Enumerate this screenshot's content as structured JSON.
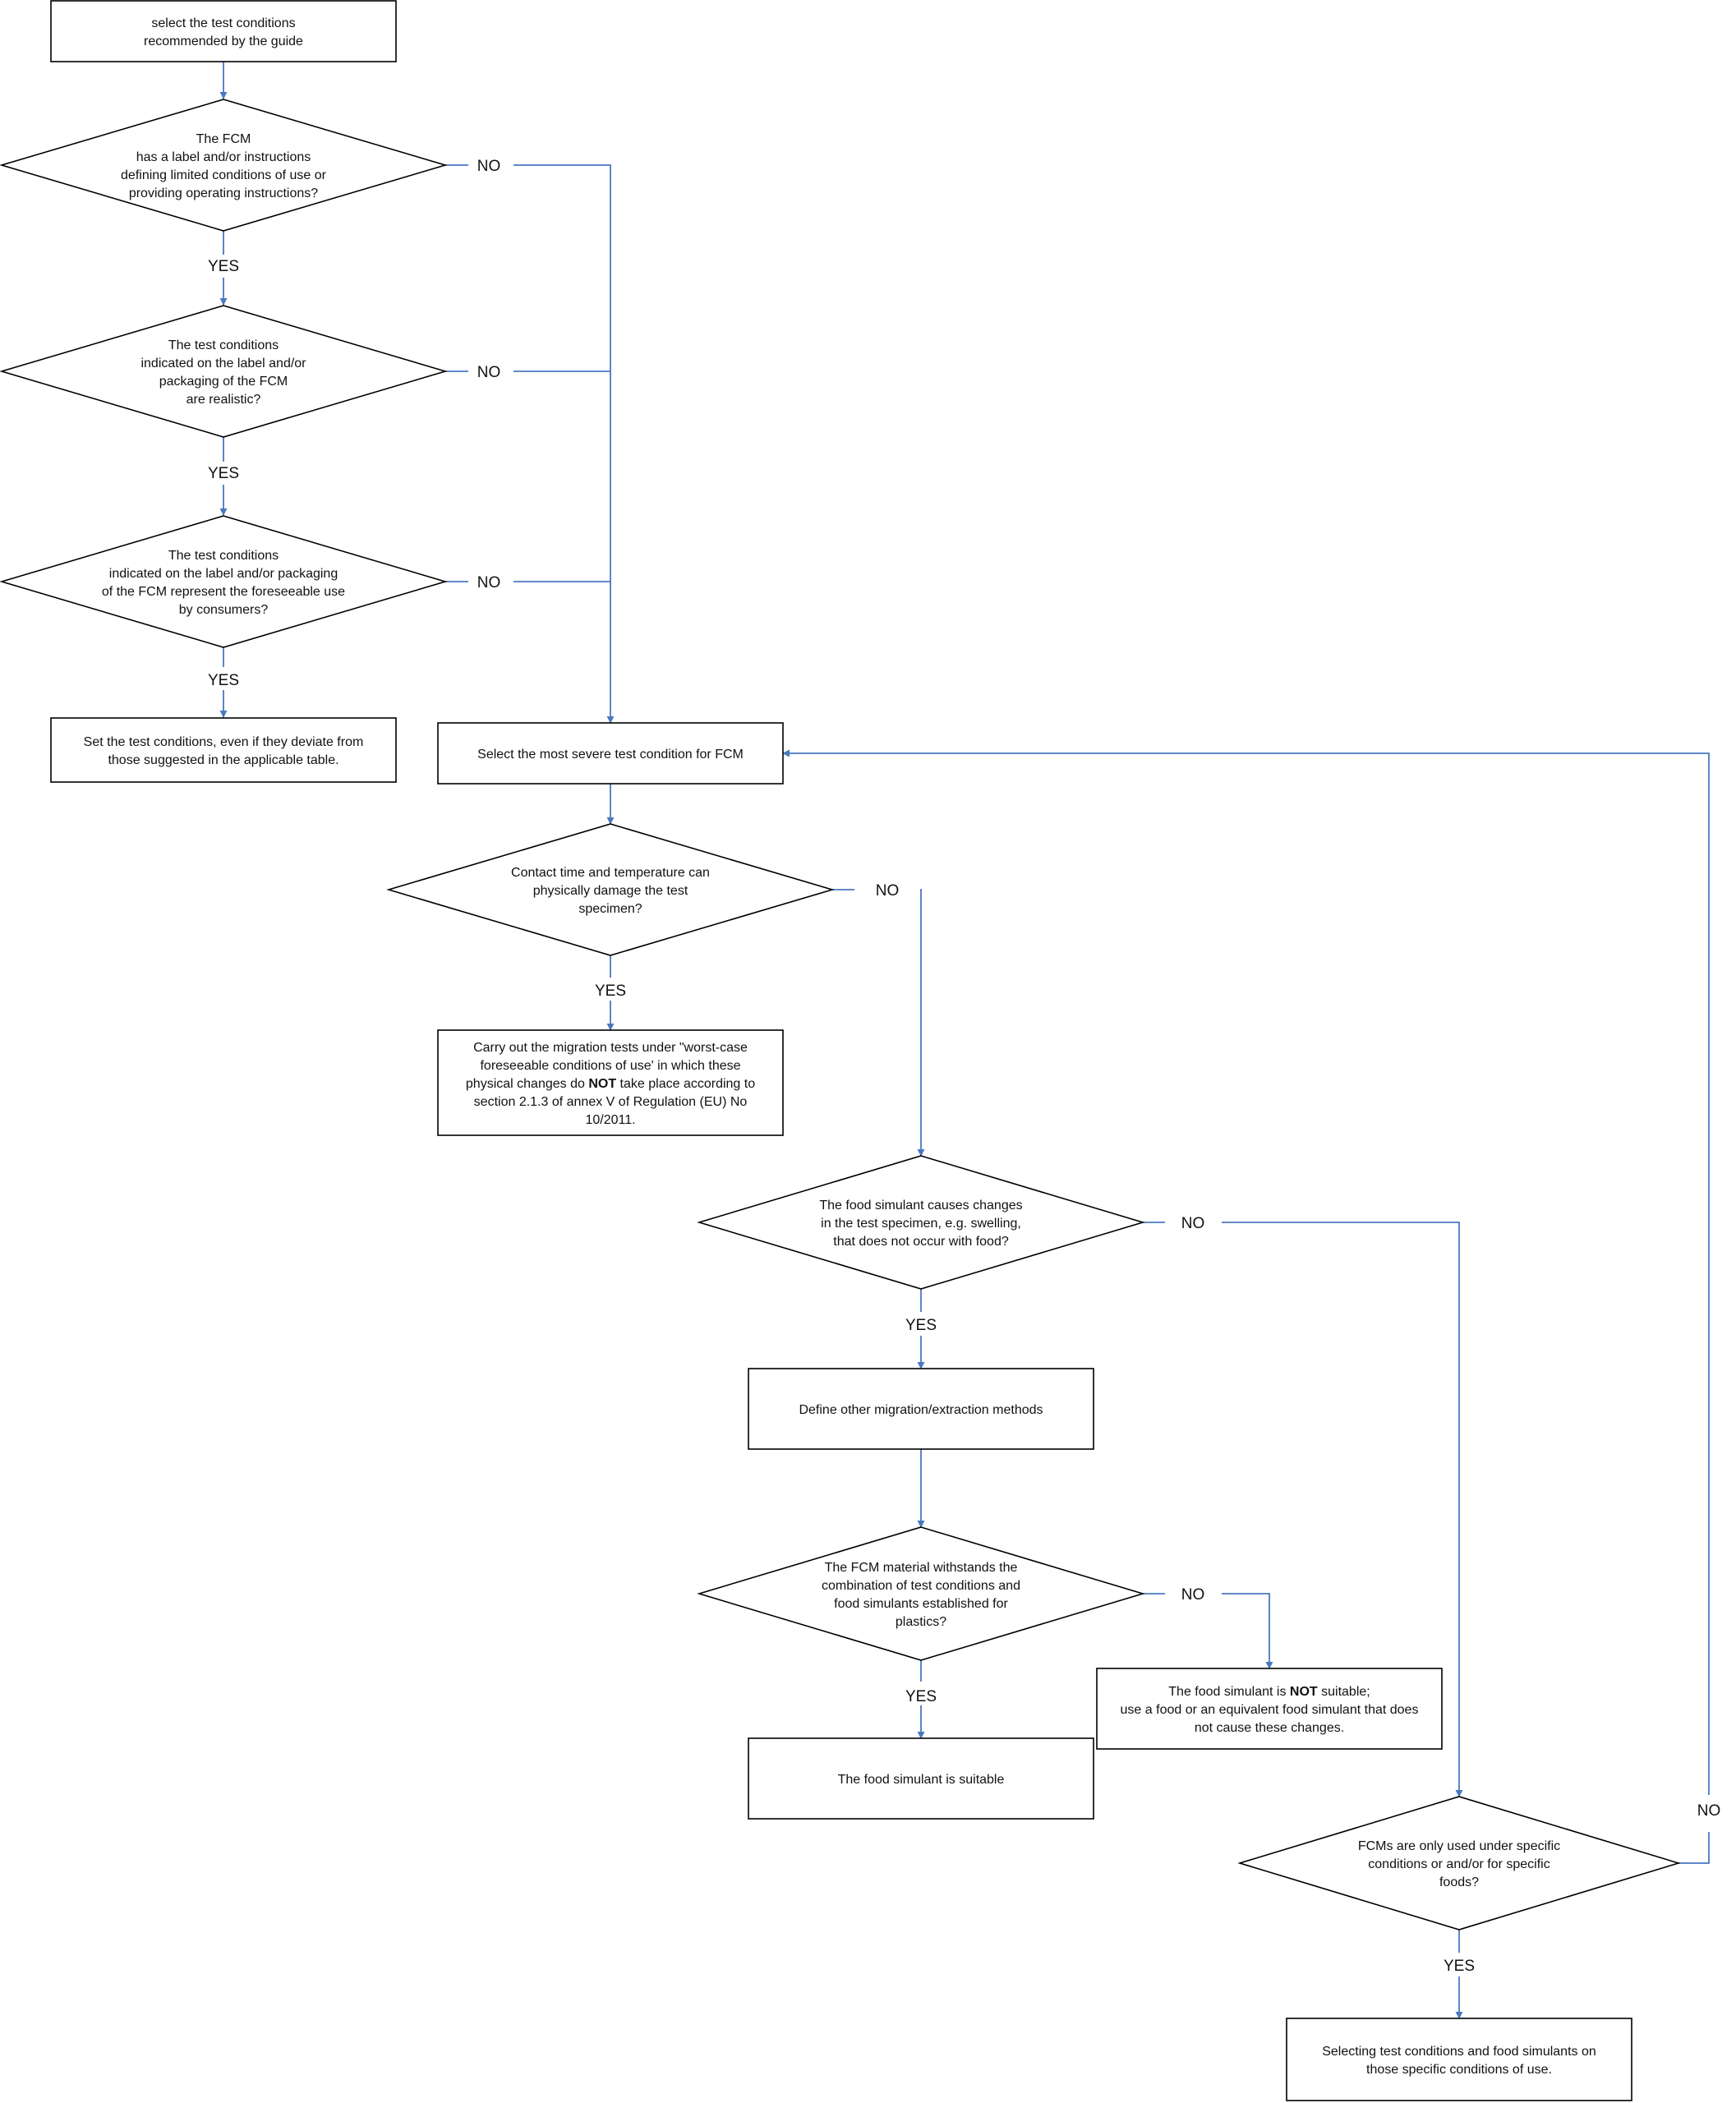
{
  "nodes": {
    "n1": {
      "lines": [
        "select the test conditions",
        "recommended by the guide"
      ]
    },
    "d1": {
      "lines": [
        "The FCM",
        "has a label and/or instructions",
        "defining limited conditions of use or",
        "providing operating instructions?"
      ]
    },
    "d2": {
      "lines": [
        "The test conditions",
        "indicated on the label and/or",
        "packaging of the FCM",
        "are realistic?"
      ]
    },
    "d3": {
      "lines": [
        "The test conditions",
        "indicated on the label and/or packaging",
        "of the FCM represent the foreseeable use",
        "by consumers?"
      ]
    },
    "b_set": {
      "lines": [
        "Set the test conditions, even if they deviate from",
        "those suggested in the applicable table."
      ]
    },
    "b_severe": {
      "lines": [
        "Select the most severe test condition for FCM"
      ]
    },
    "d4": {
      "lines": [
        "Contact time and temperature can",
        "physically damage the test",
        "specimen?"
      ]
    },
    "b_worst": {
      "lines": [
        "Carry out the migration tests under \"worst-case",
        "foreseeable conditions of use' in which these",
        "physical changes do |NOT| take place according to",
        "section 2.1.3 of annex V of Regulation (EU) No",
        "10/2011."
      ]
    },
    "d5": {
      "lines": [
        "The food simulant causes changes",
        "in the test specimen, e.g. swelling,",
        "that does not occur with food?"
      ]
    },
    "b_define": {
      "lines": [
        "Define other migration/extraction methods"
      ]
    },
    "d6": {
      "lines": [
        "The FCM material withstands the",
        "combination of test conditions and",
        "food simulants established for",
        "plastics?"
      ]
    },
    "b_notsuit": {
      "lines": [
        "The food simulant is |NOT| suitable;",
        "use a food or an equivalent food simulant that does",
        "not cause these changes."
      ]
    },
    "b_suit": {
      "lines": [
        "The food simulant is suitable"
      ]
    },
    "d7": {
      "lines": [
        "FCMs are only used under specific",
        "conditions or and/or for specific",
        "foods?"
      ]
    },
    "b_select": {
      "lines": [
        "Selecting test conditions and food simulants on",
        "those specific conditions of use."
      ]
    }
  },
  "edge_labels": {
    "d1_no": "NO",
    "d1_yes": "YES",
    "d2_no": "NO",
    "d2_yes": "YES",
    "d3_no": "NO",
    "d3_yes": "YES",
    "d4_no": "NO",
    "d4_yes": "YES",
    "d5_no": "NO",
    "d5_yes": "YES",
    "d6_no": "NO",
    "d6_yes": "YES",
    "d7_no": "NO",
    "d7_yes": "YES"
  },
  "colors": {
    "connector": "#4a78c0",
    "shape_border": "#000000",
    "text": "#111111"
  }
}
